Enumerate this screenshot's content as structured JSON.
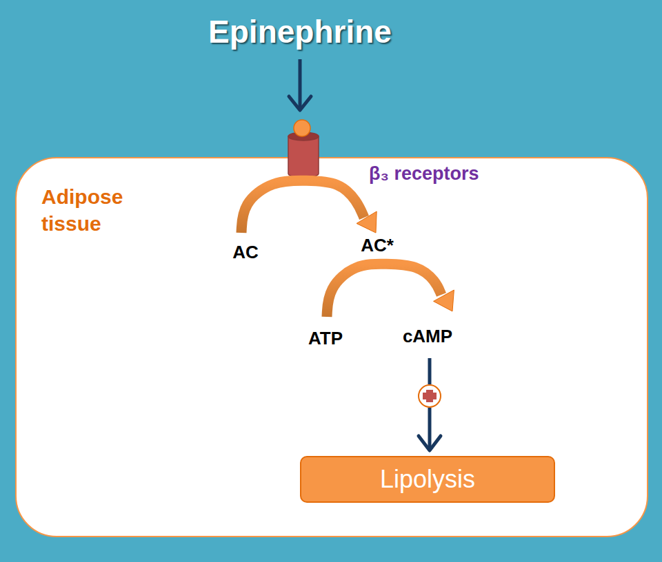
{
  "diagram": {
    "title": "Epinephrine",
    "nodes": [
      {
        "text": [
          "Adipose tissue"
        ]
      },
      {
        "text": [
          "Lipolysis"
        ],
        "in": 0
      }
    ],
    "labels": [
      "β₃ receptors",
      "AC",
      "AC*",
      "ATP",
      "cAMP"
    ]
  }
}
